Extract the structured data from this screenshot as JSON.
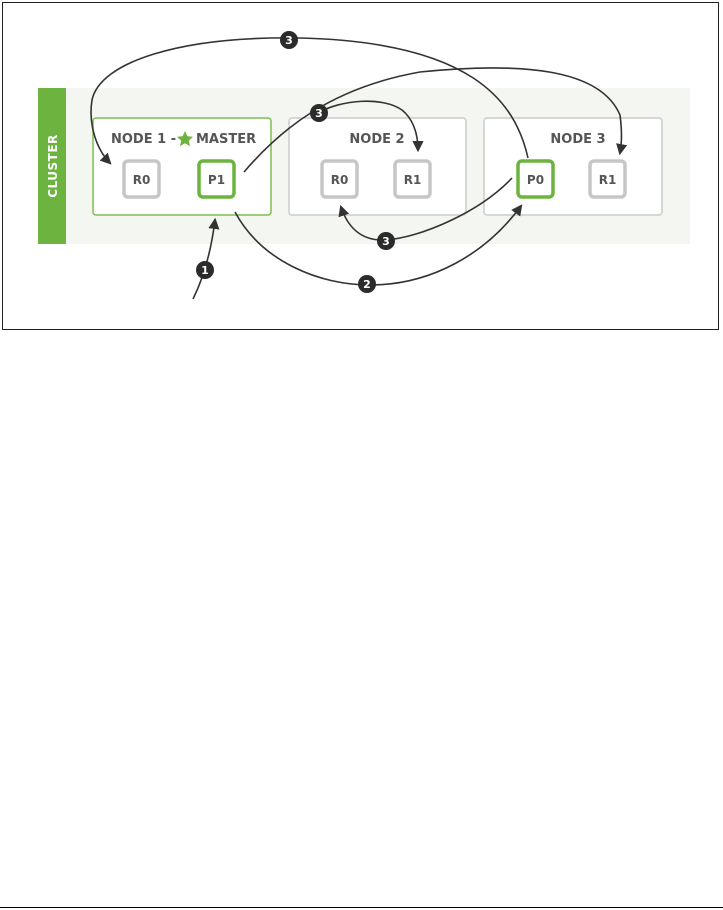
{
  "cluster": {
    "label": "CLUSTER",
    "colors": {
      "green": "#6cb33f",
      "band_bg": "#f5f7f2",
      "node_border": "#cccccc",
      "shard_border": "#c6c6c6",
      "arrow": "#333333",
      "step_bg": "#2b2b2b"
    }
  },
  "nodes": [
    {
      "title": "NODE 1 - ",
      "master_label": "MASTER",
      "master_icon": "star-icon",
      "is_master": true,
      "shards": [
        {
          "label": "R0",
          "primary": false
        },
        {
          "label": "P1",
          "primary": true
        }
      ]
    },
    {
      "title": "NODE 2",
      "is_master": false,
      "shards": [
        {
          "label": "R0",
          "primary": false
        },
        {
          "label": "R1",
          "primary": false
        }
      ]
    },
    {
      "title": "NODE 3",
      "is_master": false,
      "shards": [
        {
          "label": "P0",
          "primary": true
        },
        {
          "label": "R1",
          "primary": false
        }
      ]
    }
  ],
  "steps": [
    "1",
    "2",
    "3",
    "3",
    "3"
  ]
}
